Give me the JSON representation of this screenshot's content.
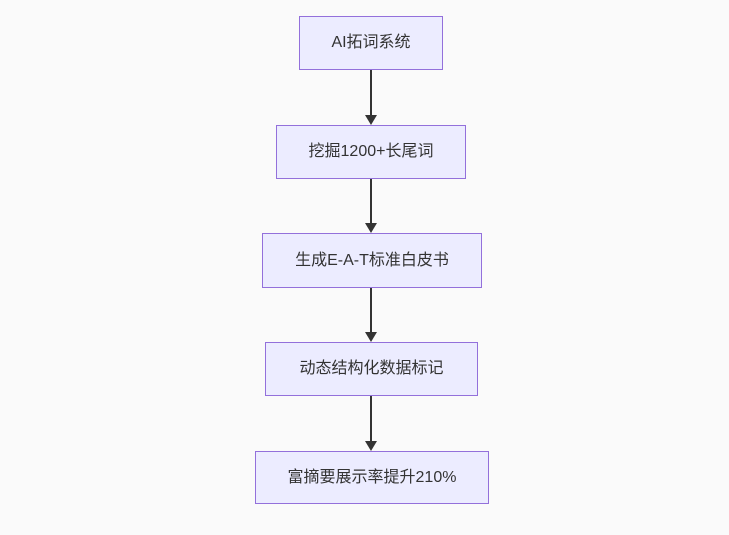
{
  "diagram": {
    "type": "flowchart",
    "direction": "top-down",
    "colors": {
      "background": "#fafafa",
      "node_fill": "#ECECFF",
      "node_border": "#9370DB",
      "node_text": "#333333",
      "arrow": "#333333"
    },
    "nodes": [
      {
        "label": "AI拓词系统"
      },
      {
        "label": "挖掘1200+长尾词"
      },
      {
        "label": "生成E-A-T标准白皮书"
      },
      {
        "label": "动态结构化数据标记"
      },
      {
        "label": "富摘要展示率提升210%"
      }
    ],
    "edges": [
      {
        "from": 0,
        "to": 1
      },
      {
        "from": 1,
        "to": 2
      },
      {
        "from": 2,
        "to": 3
      },
      {
        "from": 3,
        "to": 4
      }
    ]
  }
}
